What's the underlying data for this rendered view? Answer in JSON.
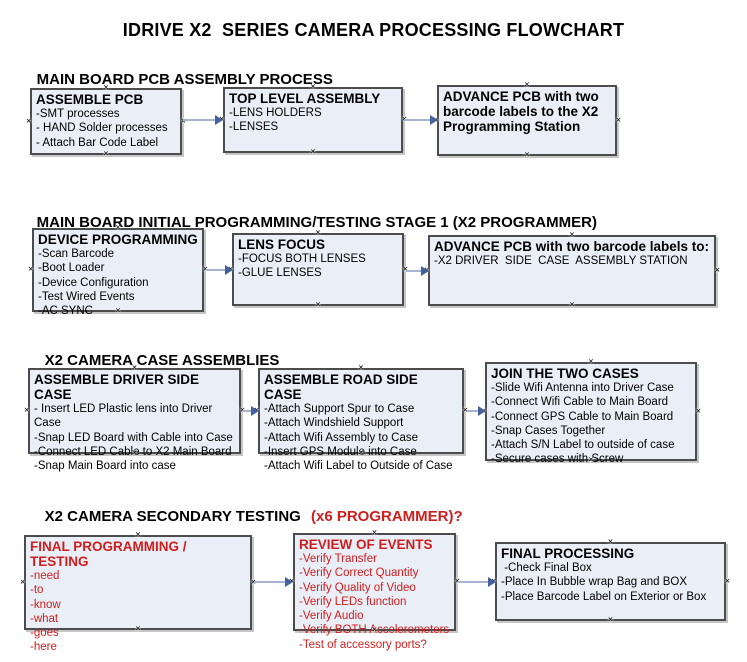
{
  "page": {
    "title": "IDRIVE X2  SERIES CAMERA PROCESSING FLOWCHART"
  },
  "colors": {
    "box_fill": "#e9eef7",
    "box_border": "#4c4c4c",
    "arrow_line": "#a6b4d1",
    "arrow_head": "#44619d",
    "red_text": "#cf1e1e"
  },
  "sections": [
    {
      "heading": "MAIN BOARD PCB ASSEMBLY PROCESS",
      "boxes": [
        {
          "title": "ASSEMBLE PCB",
          "items": [
            "-SMT processes",
            "- HAND Solder processes",
            "- Attach Bar Code Label"
          ]
        },
        {
          "title": "TOP LEVEL ASSEMBLY",
          "items": [
            "-LENS HOLDERS",
            "-LENSES"
          ]
        },
        {
          "title": "ADVANCE PCB with two barcode labels to the X2 Programming Station",
          "items": []
        }
      ]
    },
    {
      "heading": "MAIN BOARD INITIAL PROGRAMMING/TESTING STAGE 1 (X2 PROGRAMMER)",
      "boxes": [
        {
          "title": "DEVICE PROGRAMMING",
          "items": [
            "-Scan Barcode",
            "-Boot Loader",
            "-Device Configuration",
            "-Test Wired Events",
            "-AC SYNC"
          ]
        },
        {
          "title": "LENS FOCUS",
          "items": [
            "-FOCUS BOTH LENSES",
            "-GLUE LENSES"
          ]
        },
        {
          "title": "ADVANCE PCB with two barcode labels to:",
          "items": [
            "-X2 DRIVER  SIDE  CASE  ASSEMBLY STATION"
          ]
        }
      ]
    },
    {
      "heading": "X2 CAMERA CASE ASSEMBLIES",
      "boxes": [
        {
          "title": "ASSEMBLE DRIVER SIDE CASE",
          "items": [
            "- Insert LED Plastic lens into Driver Case",
            "-Snap LED Board with Cable into Case",
            "-Connect LED Cable to X2 Main Board",
            "-Snap Main Board into case"
          ]
        },
        {
          "title": "ASSEMBLE ROAD SIDE CASE",
          "items": [
            "-Attach Support Spur to Case",
            "-Attach Windshield Support",
            "-Attach Wifi Assembly to Case",
            "-Insert GPS Module into Case",
            "-Attach Wifi Label to Outside of Case"
          ]
        },
        {
          "title": "JOIN THE TWO CASES",
          "items": [
            "-Slide Wifi Antenna into Driver Case",
            "-Connect Wifi Cable to Main Board",
            "-Connect GPS Cable to Main Board",
            "-Snap Cases Together",
            "-Attach S/N Label to outside of case",
            "-Secure cases with Screw"
          ]
        }
      ]
    },
    {
      "heading": "X2 CAMERA SECONDARY TESTING ",
      "heading_red": "(x6 PROGRAMMER)?",
      "boxes": [
        {
          "title": "FINAL PROGRAMMING / TESTING",
          "items": [
            "-need",
            "-to",
            "-know",
            "-what",
            "-goes",
            "-here"
          ]
        },
        {
          "title": "REVIEW OF EVENTS",
          "items": [
            "-Verify Transfer",
            "-Verify Correct Quantity",
            "-Verify Quality of Video",
            "-Verify LEDs function",
            "-Verify Audio",
            "-Verify BOTH Accelerometers",
            "-Test of accessory ports?"
          ]
        },
        {
          "title": "FINAL PROCESSING",
          "items": [
            " -Check Final Box",
            "-Place In Bubble wrap Bag and BOX",
            "-Place Barcode Label on Exterior or Box"
          ]
        }
      ]
    }
  ]
}
